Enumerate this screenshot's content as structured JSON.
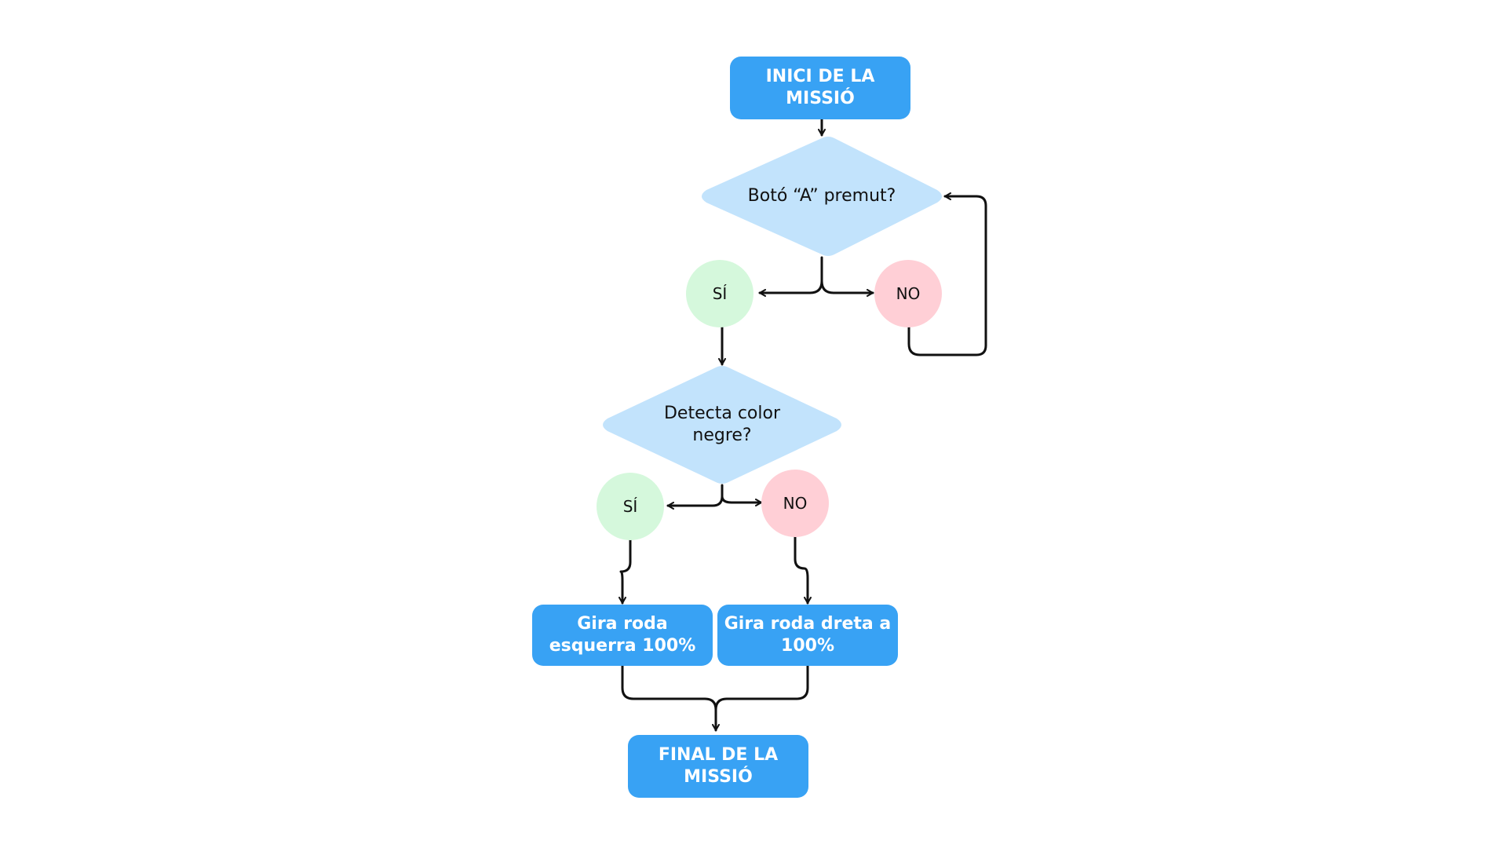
{
  "flowchart": {
    "start": "INICI DE LA MISSIÓ",
    "decision_button": "Botó “A” premut?",
    "decision_color": "Detecta color negre?",
    "yes_label": "SÍ",
    "no_label": "NO",
    "left_action": "Gira roda esquerra 100%",
    "right_action": "Gira roda dreta a 100%",
    "end": "FINAL DE LA MISSIÓ"
  },
  "colors": {
    "process_box": "#38a2f4",
    "decision": "#c2e3fc",
    "yes": "#d5f8dc",
    "no": "#ffcfd6",
    "connector": "#111111"
  }
}
